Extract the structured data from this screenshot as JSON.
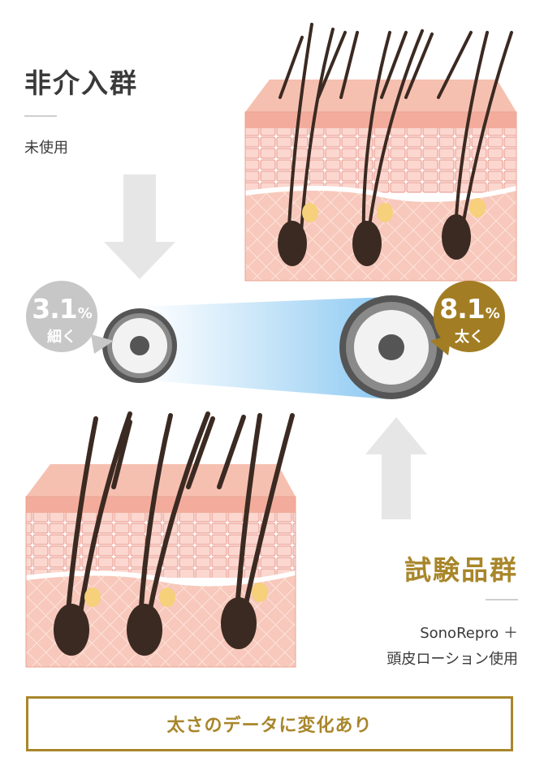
{
  "control": {
    "title": "非介入群",
    "description": "未使用"
  },
  "test": {
    "title": "試験品群",
    "description_line1": "SonoRepro ＋",
    "description_line2": "頭皮ローション使用"
  },
  "badges": {
    "thin": {
      "value": "3.1",
      "unit": "%",
      "label": "細く"
    },
    "thick": {
      "value": "8.1",
      "unit": "%",
      "label": "太く"
    }
  },
  "cta": {
    "label": "太さのデータに変化あり"
  },
  "colors": {
    "gold": "#a8862a",
    "gray_badge": "#c7c7c7",
    "brown_badge": "#a27d23",
    "skin": "#f3b5a6",
    "hair": "#3b2a22"
  }
}
